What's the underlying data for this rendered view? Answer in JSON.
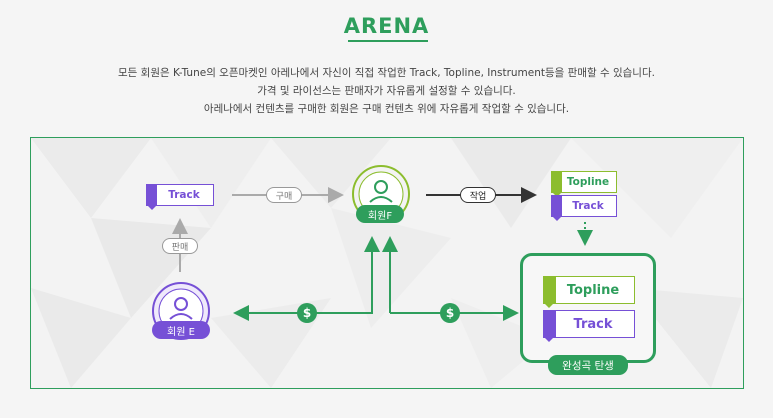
{
  "header": {
    "title": "ARENA",
    "lines": [
      "모든 회원은 K-Tune의 오픈마켓인 아레나에서 자신이 직접 작업한 Track, Topline, Instrument등을 판매할 수 있습니다.",
      "가격 및 라이선스는 판매자가 자유롭게 설정할 수 있습니다.",
      "아레나에서 컨텐츠를 구매한 회원은 구매 컨텐츠 위에 자유롭게 작업할 수 있습니다."
    ]
  },
  "diagram": {
    "track_tag": "Track",
    "buy_label": "구매",
    "sell_label": "판매",
    "work_label": "작업",
    "member_f": "회원F",
    "member_e": "회원 E",
    "topline_small": "Topline",
    "track_small": "Track",
    "topline_large": "Topline",
    "track_large": "Track",
    "dollar": "$",
    "complete_badge": "완성곡 탄생"
  },
  "colors": {
    "accent_green": "#2e9e5c",
    "lime_green": "#8cbd2e",
    "purple": "#7650d6"
  }
}
